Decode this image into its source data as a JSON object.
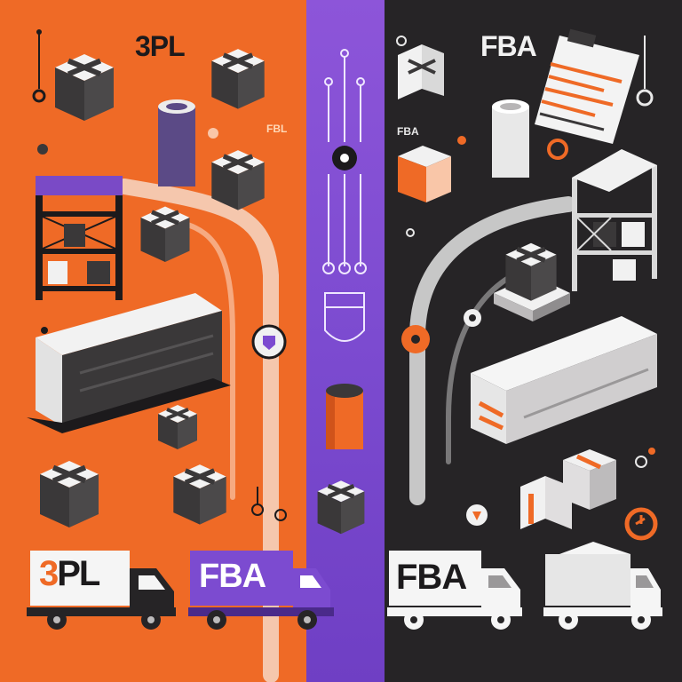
{
  "labels": {
    "top_left": "3PL",
    "top_right": "FBA",
    "small_left": "FBL",
    "small_right": "FBA",
    "truck_1_a": "3",
    "truck_1_b": "PL",
    "truck_2": "FBA",
    "truck_3": "FBA"
  },
  "colors": {
    "left_panel": "#ef6a26",
    "middle_panel": "#8d55d9",
    "right_panel": "#262426",
    "box_dark": "#3a3839",
    "box_light": "#f1f1f1",
    "accent_orange": "#ef6a26",
    "accent_purple": "#7c4bd0"
  },
  "icons": [
    "package-box-icon",
    "cylinder-container-icon",
    "warehouse-shelf-icon",
    "delivery-truck-icon",
    "cargo-container-icon",
    "clipboard-document-icon",
    "pallet-icon",
    "route-path-icon",
    "location-pin-icon",
    "shield-icon"
  ]
}
